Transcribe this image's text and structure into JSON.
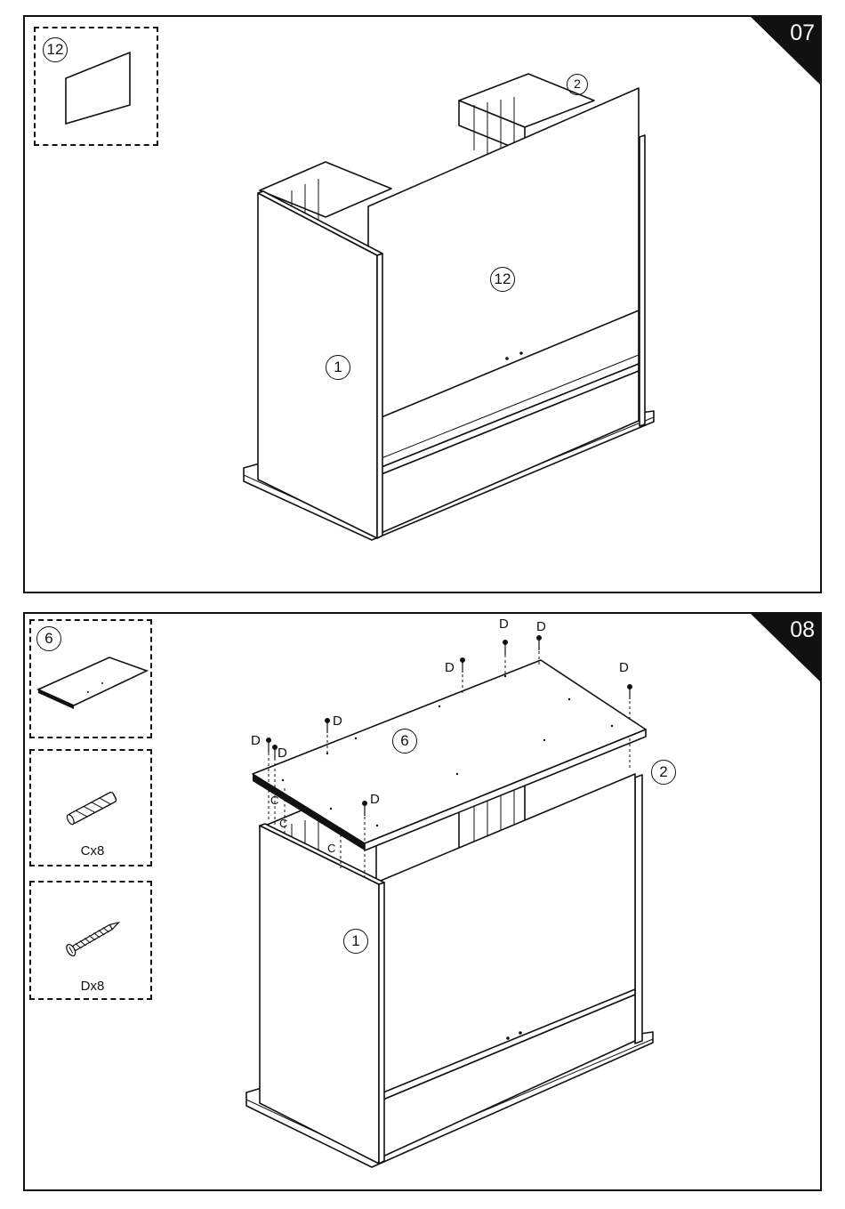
{
  "steps": [
    {
      "number": "07",
      "inset_part": "12",
      "labels": {
        "side_panel": "1",
        "back_side": "2",
        "back_panel": "12"
      }
    },
    {
      "number": "08",
      "inset_part": "6",
      "hardware": [
        {
          "code": "Cx8",
          "icon": "dowel-icon"
        },
        {
          "code": "Dx8",
          "icon": "screw-icon"
        }
      ],
      "labels": {
        "top_panel": "6",
        "side_panel": "1",
        "back_side": "2",
        "dowel": "C",
        "screw": "D"
      }
    }
  ],
  "colors": {
    "line": "#111111",
    "background": "#ffffff",
    "tab": "#111111",
    "tab_text": "#ffffff"
  }
}
